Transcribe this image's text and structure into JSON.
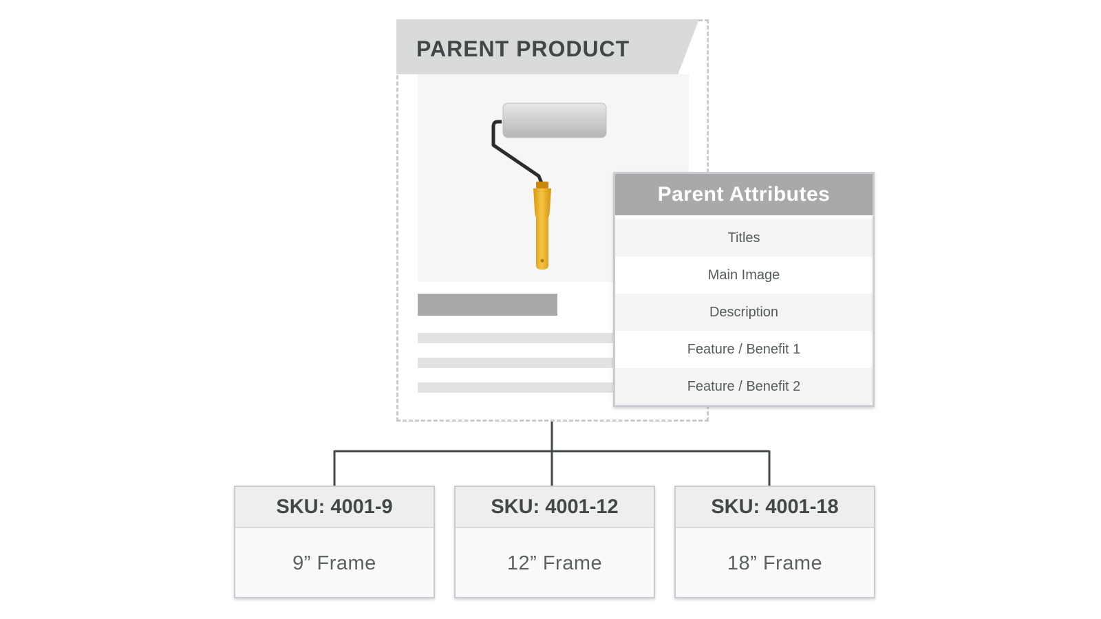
{
  "parent": {
    "title": "PARENT PRODUCT",
    "image_icon": "paint-roller-icon"
  },
  "attributes": {
    "title": "Parent Attributes",
    "items": [
      "Titles",
      "Main Image",
      "Description",
      "Feature / Benefit 1",
      "Feature / Benefit 2"
    ]
  },
  "skus": [
    {
      "label": "SKU: 4001-9",
      "variant": "9” Frame"
    },
    {
      "label": "SKU: 4001-12",
      "variant": "12” Frame"
    },
    {
      "label": "SKU: 4001-18",
      "variant": "18” Frame"
    }
  ],
  "colors": {
    "header_gray": "#d9dadb",
    "attr_header": "#a9a9a9",
    "connector": "#3f4747",
    "roller_handle": "#f2b42d",
    "text_dark": "#404848"
  }
}
